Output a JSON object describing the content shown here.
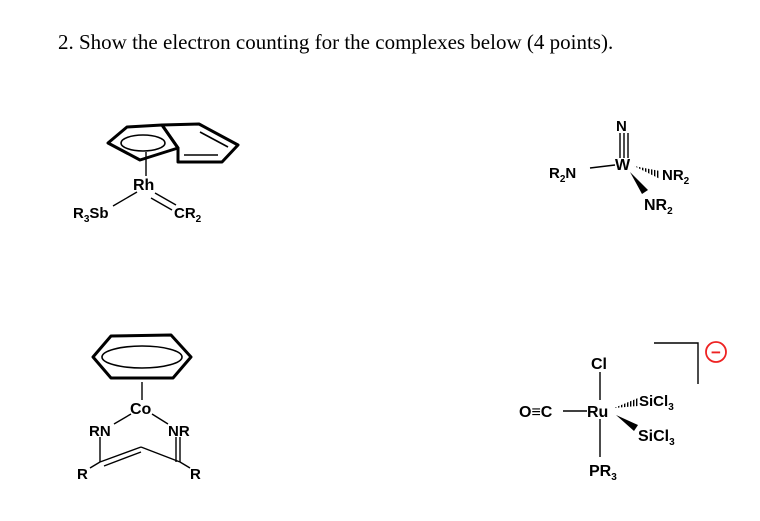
{
  "question": {
    "text": "2. Show the electron counting for the complexes below (4 points)."
  },
  "complex1": {
    "metal": "Rh",
    "left_ligand": {
      "main": "R",
      "sub": "3",
      "tail": "Sb"
    },
    "right_ligand": {
      "main": "CR",
      "sub": "2"
    }
  },
  "complex2": {
    "metal": "W",
    "top_ligand": "N",
    "left_ligand": {
      "main": "R",
      "sub": "2",
      "tail": "N"
    },
    "right_ligand": {
      "main": "NR",
      "sub": "2"
    },
    "bottom_ligand": {
      "main": "NR",
      "sub": "2"
    }
  },
  "complex3": {
    "metal": "Co",
    "left_n": "RN",
    "right_n": "NR",
    "left_r": "R",
    "right_r": "R"
  },
  "complex4": {
    "metal": "Ru",
    "top_ligand": "Cl",
    "carbonyl": "O≡C",
    "wedge_ligand": {
      "main": "SiCl",
      "sub": "3"
    },
    "hash_ligand": {
      "main": "SiCl",
      "sub": "3"
    },
    "bottom_ligand": {
      "main": "PR",
      "sub": "3"
    },
    "charge": "−"
  }
}
